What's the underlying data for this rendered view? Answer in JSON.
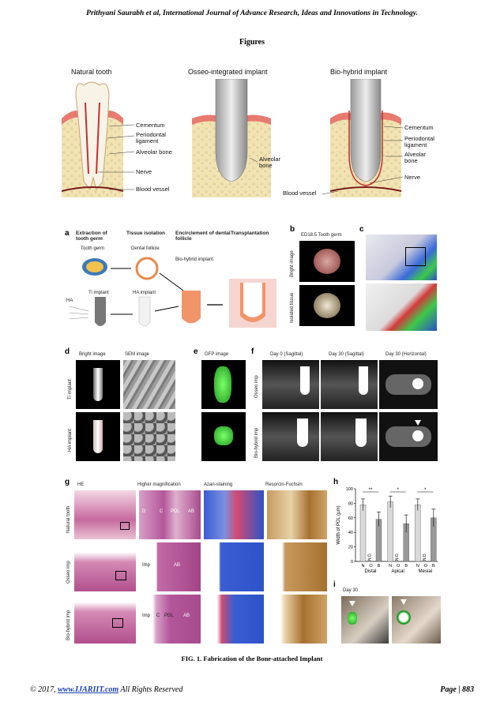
{
  "header": {
    "text": "Prithyani Saurabh et al, International Journal of Advance Research, Ideas and Innovations in Technology."
  },
  "section_title": "Figures",
  "diagram_top": {
    "columns": [
      "Natural tooth",
      "Osseo-integrated implant",
      "Bio-hybrid implant"
    ],
    "natural_labels": [
      "Cementum",
      "Periodontal ligament",
      "Alveolar bone",
      "Nerve",
      "Blood vessel"
    ],
    "osseo_labels": [
      "Alveolar bone"
    ],
    "biohybrid_labels": [
      "Cementum",
      "Periodontal ligament",
      "Alveolar bone",
      "Nerve",
      "Blood vessel"
    ]
  },
  "panel_a": {
    "letter": "a",
    "steps": [
      "Extraction of tooth germ",
      "Tissue isolation",
      "Encirclement of dental follicle",
      "Transplantation"
    ],
    "items": [
      "Tooth germ",
      "Dental follicle",
      "Bio-hybrid implant",
      "Ti implant",
      "HA implant",
      "HA"
    ]
  },
  "panel_b": {
    "letter": "b",
    "title": "ED18.5 Tooth germ",
    "rows": [
      "Bright image",
      "Isolated tissue"
    ]
  },
  "panel_c": {
    "letter": "c"
  },
  "panel_d": {
    "letter": "d",
    "cols": [
      "Bright image",
      "SEM image"
    ],
    "rows": [
      "Ti implant",
      "HA implant"
    ]
  },
  "panel_e": {
    "letter": "e",
    "cols": [
      "GFP image"
    ]
  },
  "panel_f": {
    "letter": "f",
    "cols": [
      "Day 0 (Sagittal)",
      "Day 30 (Sagittal)",
      "Day 30 (Horizontal)"
    ],
    "rows": [
      "Osseo imp",
      "Bio-hybrid imp"
    ]
  },
  "panel_g": {
    "letter": "g",
    "cols": [
      "HE",
      "Higher magnification",
      "Azan-staining",
      "Resorcin-Fuchsin"
    ],
    "rows": [
      "Natural tooth",
      "Osseo imp",
      "Bio-hybrid imp"
    ],
    "tags_row1": [
      "D",
      "C",
      "PDL",
      "AB"
    ],
    "tags_row2": [
      "Imp",
      "AB"
    ],
    "tags_row3": [
      "Imp",
      "C",
      "PDL",
      "AB"
    ]
  },
  "panel_h": {
    "letter": "h"
  },
  "panel_i": {
    "letter": "i",
    "label": "Day 30"
  },
  "chart_data": {
    "type": "bar",
    "ylabel": "Width of PDL (µm)",
    "ylim": [
      0,
      100
    ],
    "yticks": [
      "0",
      "20",
      "40",
      "60",
      "80",
      "100"
    ],
    "groups": [
      "Distal",
      "Apical",
      "Mesial"
    ],
    "bar_labels": [
      "N",
      "O",
      "B"
    ],
    "nd_label": "N.D.",
    "sig_label": "**",
    "sig_label_single": "*",
    "series": [
      {
        "values": [
          78,
          0,
          58
        ],
        "errors": [
          8,
          0,
          10
        ]
      },
      {
        "values": [
          82,
          0,
          52
        ],
        "errors": [
          8,
          0,
          12
        ]
      },
      {
        "values": [
          78,
          0,
          60
        ],
        "errors": [
          8,
          0,
          12
        ]
      }
    ]
  },
  "caption": "FIG. 1. Fabrication of the Bone-attached Implant",
  "footer": {
    "copyright": "© 2017,",
    "link": "www.IJARIIT.com",
    "rights": "All Rights Reserved",
    "page": "Page | 883"
  }
}
